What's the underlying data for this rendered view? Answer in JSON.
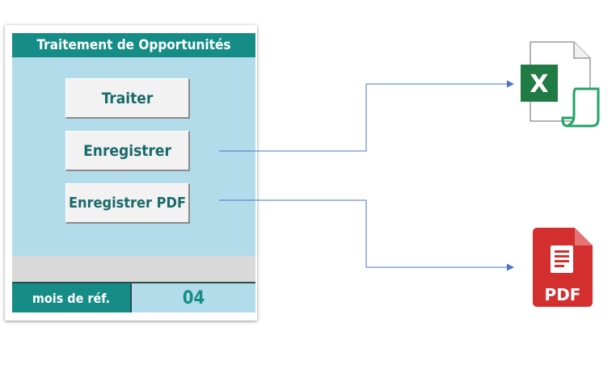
{
  "panel": {
    "title": "Traitement de Opportunités",
    "buttons": {
      "traiter": "Traiter",
      "enregistrer": "Enregistrer",
      "enregistrer_pdf": "Enregistrer PDF"
    },
    "month_label": "mois de réf.",
    "month_value": "04"
  },
  "icons": {
    "excel": {
      "name": "excel-file-icon",
      "letter": "X"
    },
    "pdf": {
      "name": "pdf-file-icon",
      "label": "PDF"
    }
  },
  "colors": {
    "teal": "#168c86",
    "light_blue": "#b3dcea",
    "button_text": "#196a6a",
    "excel_green": "#1f7a44",
    "pdf_red": "#d32f2f",
    "connector": "#4a74c9"
  }
}
